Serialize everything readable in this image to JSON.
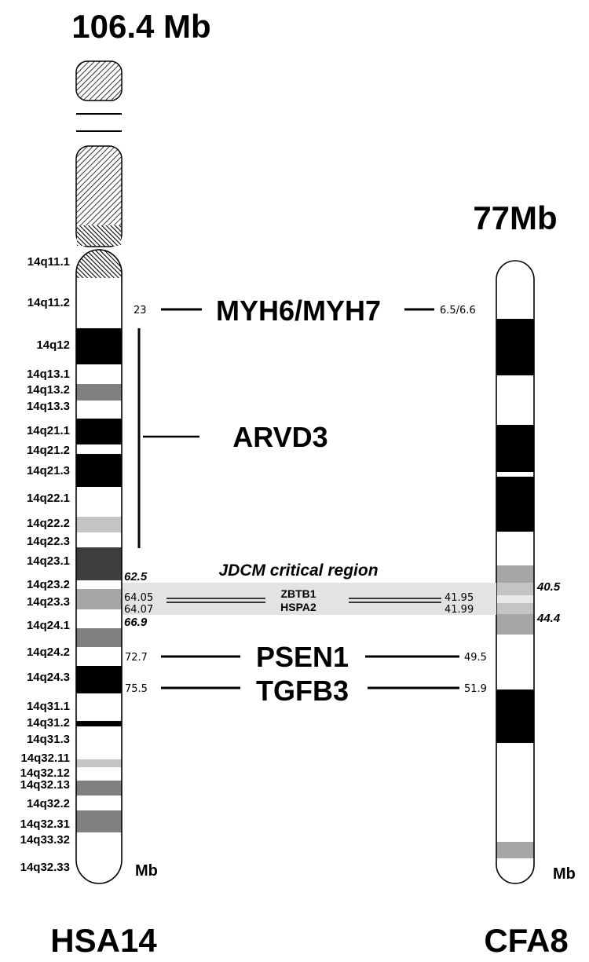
{
  "human": {
    "size_label": "106.4 Mb",
    "name": "HSA14",
    "mb_label": "Mb",
    "bands": [
      {
        "label": "14q11.1",
        "stain": "hatch-cross"
      },
      {
        "label": "14q11.2",
        "stain": "white"
      },
      {
        "label": "14q12",
        "stain": "black"
      },
      {
        "label": "14q13.1",
        "stain": "white"
      },
      {
        "label": "14q13.2",
        "stain": "grey-mid"
      },
      {
        "label": "14q13.3",
        "stain": "white"
      },
      {
        "label": "14q21.1",
        "stain": "black"
      },
      {
        "label": "14q21.2",
        "stain": "white"
      },
      {
        "label": "14q21.3",
        "stain": "black"
      },
      {
        "label": "14q22.1",
        "stain": "white"
      },
      {
        "label": "14q22.2",
        "stain": "grey-light"
      },
      {
        "label": "14q22.3",
        "stain": "white"
      },
      {
        "label": "14q23.1",
        "stain": "grey-dark"
      },
      {
        "label": "14q23.2",
        "stain": "white"
      },
      {
        "label": "14q23.3",
        "stain": "grey-mid-light"
      },
      {
        "label": "14q24.1",
        "stain": "white"
      },
      {
        "label": "14q24.2",
        "stain": "grey-mid"
      },
      {
        "label": "14q24.3",
        "stain": "white"
      },
      {
        "label": "14q31.1",
        "stain": "black"
      },
      {
        "label": "14q31.2",
        "stain": "white"
      },
      {
        "label": "14q31.3",
        "stain": "black"
      },
      {
        "label": "14q32.11",
        "stain": "white"
      },
      {
        "label": "14q32.12",
        "stain": "grey-light"
      },
      {
        "label": "14q32.13",
        "stain": "white"
      },
      {
        "label": "14q32.2",
        "stain": "grey-mid"
      },
      {
        "label": "14q32.31",
        "stain": "white"
      },
      {
        "label": "14q33.32",
        "stain": "grey-mid"
      },
      {
        "label": "14q32.33",
        "stain": "white"
      }
    ]
  },
  "dog": {
    "size_label": "77Mb",
    "name": "CFA8",
    "mb_label": "Mb"
  },
  "genes": {
    "myh": {
      "name": "MYH6/MYH7",
      "human_pos": "23",
      "dog_pos": "6.5/6.6"
    },
    "arvd3": {
      "name": "ARVD3"
    },
    "zbtb1": {
      "name": "ZBTB1",
      "human_pos": "64.05",
      "dog_pos": "41.95"
    },
    "hspa2": {
      "name": "HSPA2",
      "human_pos": "64.07",
      "dog_pos": "41.99"
    },
    "psen1": {
      "name": "PSEN1",
      "human_pos": "72.7",
      "dog_pos": "49.5"
    },
    "tgfb3": {
      "name": "TGFB3",
      "human_pos": "75.5",
      "dog_pos": "51.9"
    }
  },
  "critical_region": {
    "title": "JDCM critical region",
    "human_start": "62.5",
    "human_end": "66.9",
    "dog_start": "40.5",
    "dog_end": "44.4"
  },
  "colors": {
    "black": "#000000",
    "grey-dark": "#3d3d3d",
    "grey-mid": "#808080",
    "grey-mid-light": "#a6a6a6",
    "grey-light": "#c4c4c4",
    "white": "#ffffff",
    "region-shade": "#e3e3e3"
  }
}
